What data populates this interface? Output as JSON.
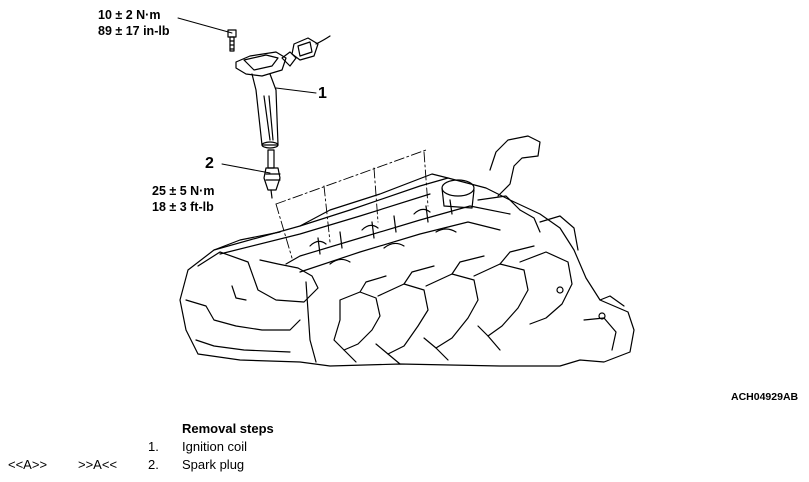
{
  "torque_top": {
    "line1": "10 ± 2 N·m",
    "line2": "89 ± 17 in-lb"
  },
  "torque_mid": {
    "line1": "25 ± 5 N·m",
    "line2": "18 ± 3 ft-lb"
  },
  "callouts": {
    "c1": "1",
    "c2": "2"
  },
  "figure_id": "ACH04929AB",
  "removal": {
    "heading": "Removal steps",
    "steps": [
      {
        "num": "1.",
        "label": "Ignition coil",
        "ref_left": "",
        "ref_right": ""
      },
      {
        "num": "2.",
        "label": "Spark plug",
        "ref_left": "<<A>>",
        "ref_right": ">>A<<"
      }
    ]
  }
}
